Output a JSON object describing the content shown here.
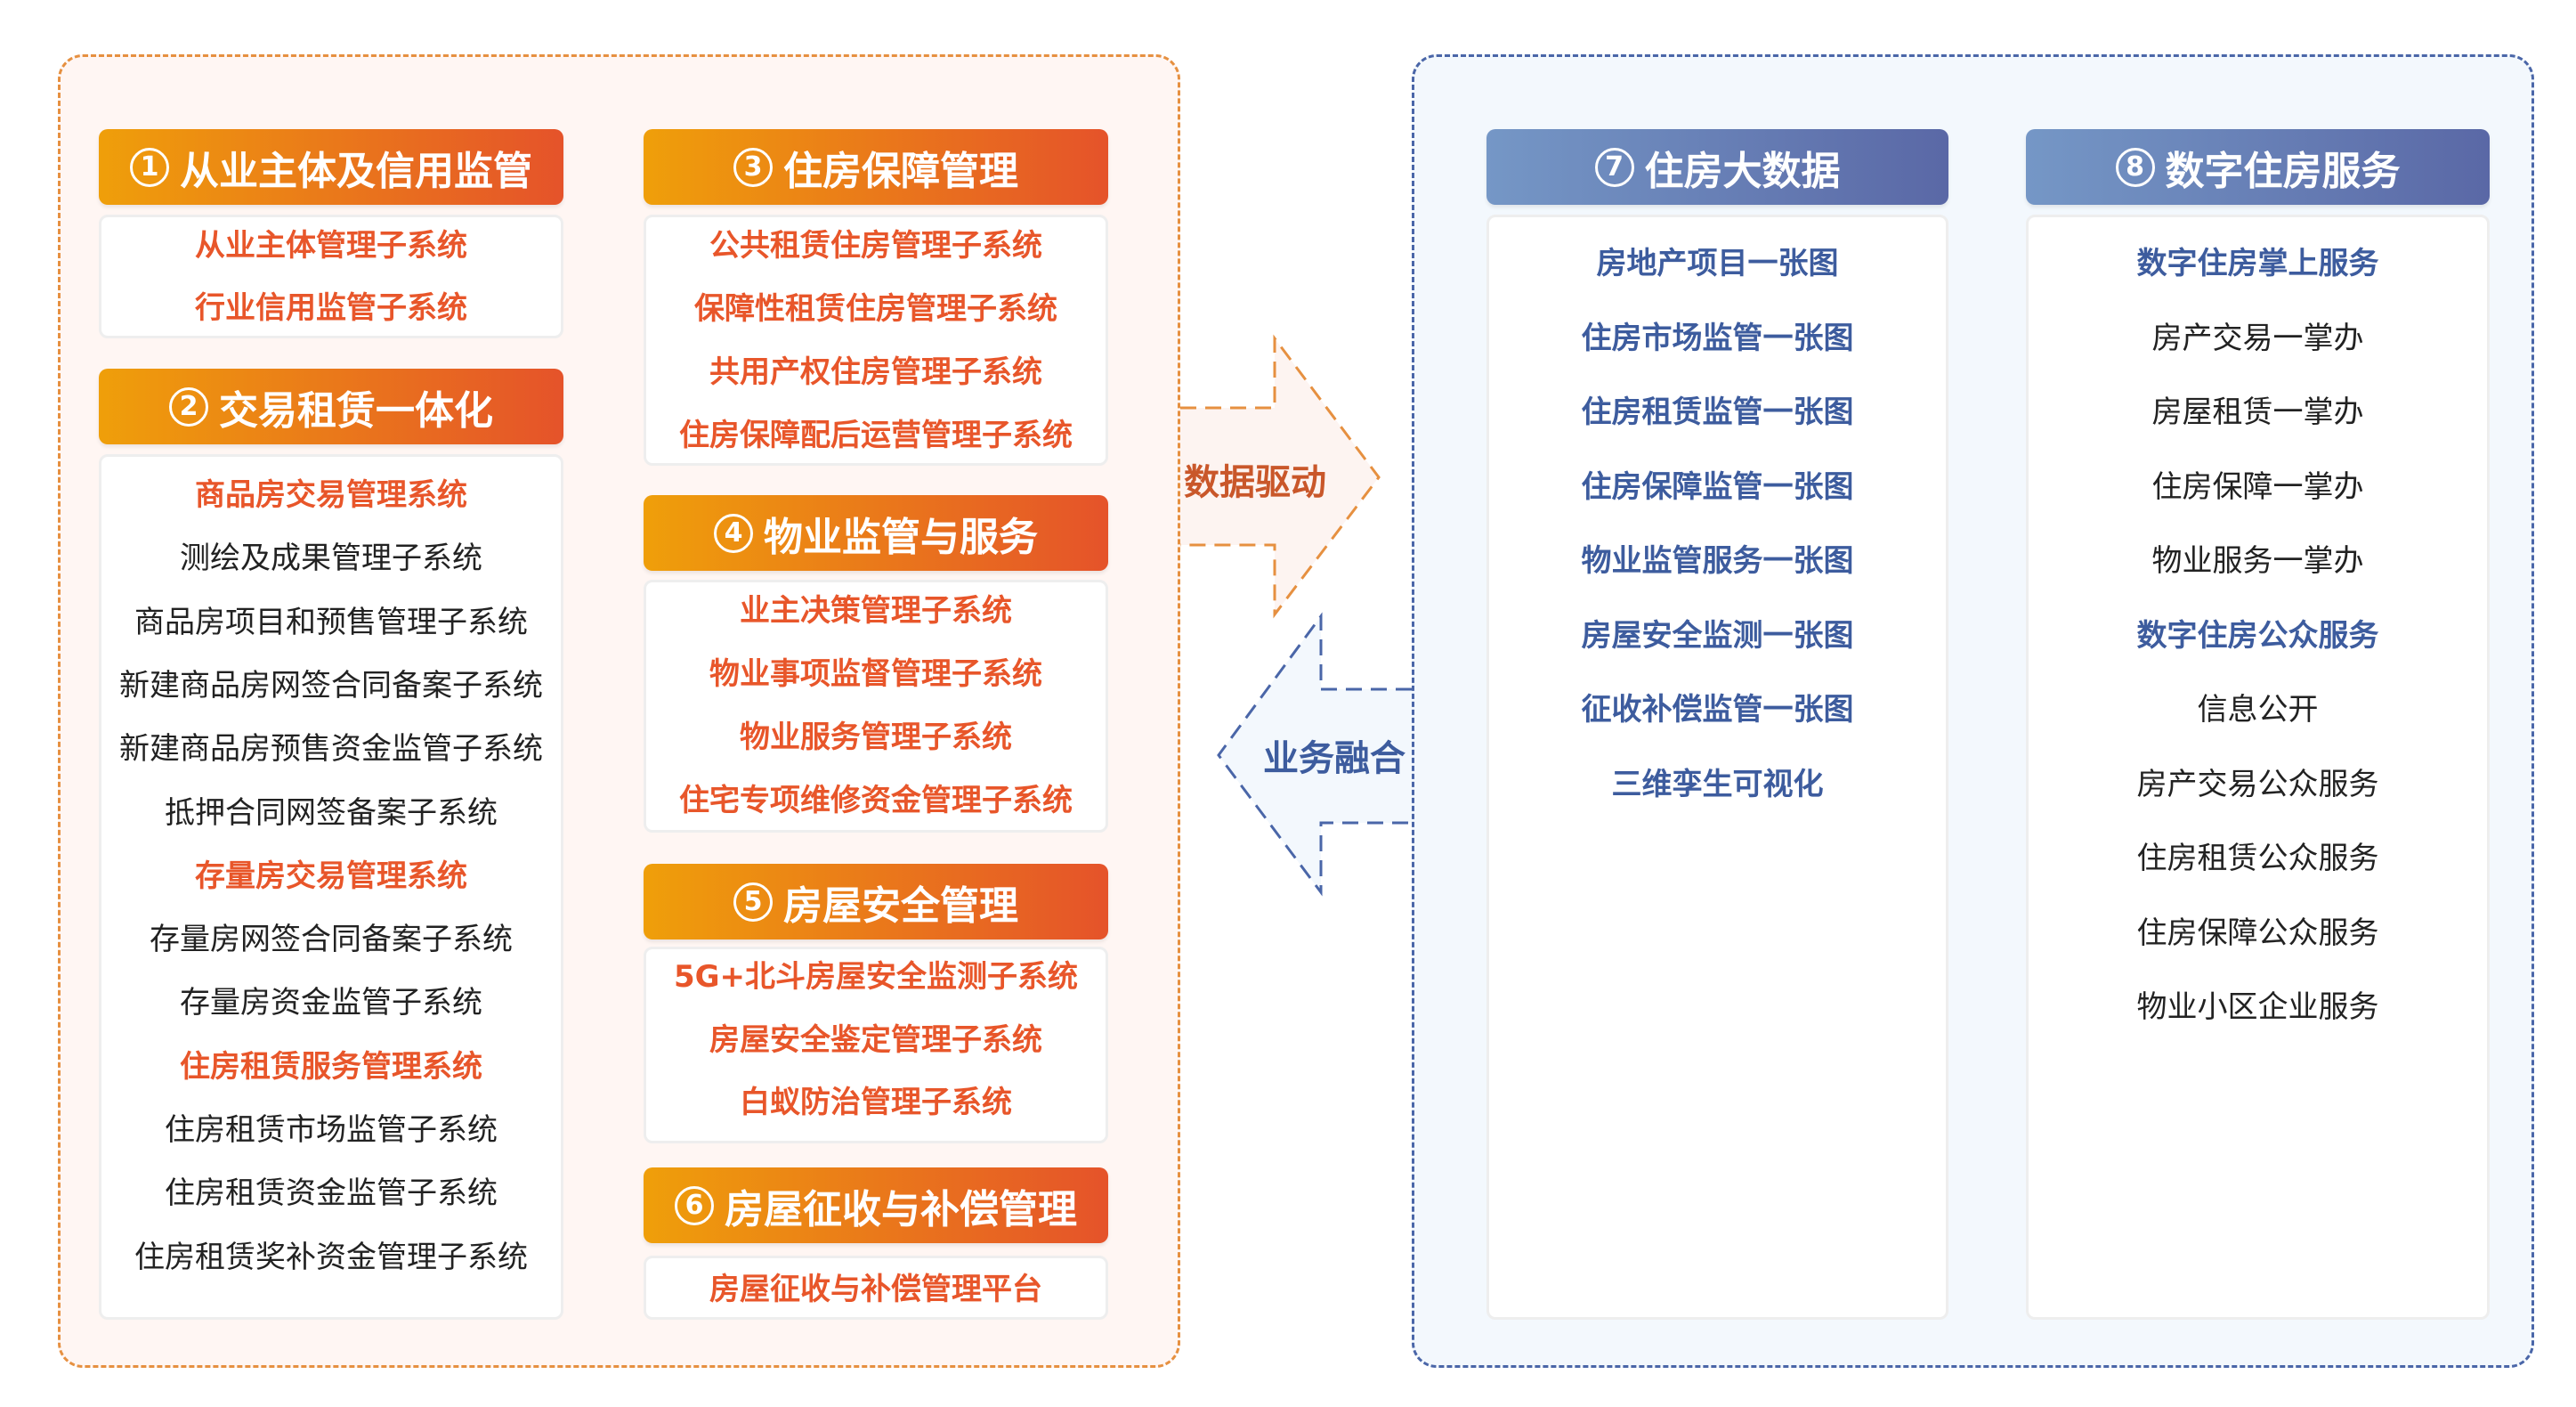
{
  "left_groups": [
    {
      "num": "1",
      "title": "从业主体及信用监管",
      "items": [
        {
          "t": "从业主体管理子系统",
          "s": "hl"
        },
        {
          "t": "行业信用监管子系统",
          "s": "hl"
        }
      ]
    },
    {
      "num": "2",
      "title": "交易租赁一体化",
      "items": [
        {
          "t": "商品房交易管理系统",
          "s": "hl"
        },
        {
          "t": "测绘及成果管理子系统",
          "s": "n"
        },
        {
          "t": "商品房项目和预售管理子系统",
          "s": "n"
        },
        {
          "t": "新建商品房网签合同备案子系统",
          "s": "n"
        },
        {
          "t": "新建商品房预售资金监管子系统",
          "s": "n"
        },
        {
          "t": "抵押合同网签备案子系统",
          "s": "n"
        },
        {
          "t": "存量房交易管理系统",
          "s": "hl"
        },
        {
          "t": "存量房网签合同备案子系统",
          "s": "n"
        },
        {
          "t": "存量房资金监管子系统",
          "s": "n"
        },
        {
          "t": "住房租赁服务管理系统",
          "s": "hl"
        },
        {
          "t": "住房租赁市场监管子系统",
          "s": "n"
        },
        {
          "t": "住房租赁资金监管子系统",
          "s": "n"
        },
        {
          "t": "住房租赁奖补资金管理子系统",
          "s": "n"
        }
      ]
    },
    {
      "num": "3",
      "title": "住房保障管理",
      "items": [
        {
          "t": "公共租赁住房管理子系统",
          "s": "hl"
        },
        {
          "t": "保障性租赁住房管理子系统",
          "s": "hl"
        },
        {
          "t": "共用产权住房管理子系统",
          "s": "hl"
        },
        {
          "t": "住房保障配后运营管理子系统",
          "s": "hl"
        }
      ]
    },
    {
      "num": "4",
      "title": "物业监管与服务",
      "items": [
        {
          "t": "业主决策管理子系统",
          "s": "hl"
        },
        {
          "t": "物业事项监督管理子系统",
          "s": "hl"
        },
        {
          "t": "物业服务管理子系统",
          "s": "hl"
        },
        {
          "t": "住宅专项维修资金管理子系统",
          "s": "hl"
        }
      ]
    },
    {
      "num": "5",
      "title": "房屋安全管理",
      "items": [
        {
          "t": "5G+北斗房屋安全监测子系统",
          "s": "hl"
        },
        {
          "t": "房屋安全鉴定管理子系统",
          "s": "hl"
        },
        {
          "t": "白蚁防治管理子系统",
          "s": "hl"
        }
      ]
    },
    {
      "num": "6",
      "title": "房屋征收与补偿管理",
      "items": [
        {
          "t": "房屋征收与补偿管理平台",
          "s": "hl"
        }
      ]
    }
  ],
  "right_groups": [
    {
      "num": "7",
      "title": "住房大数据",
      "items": [
        {
          "t": "房地产项目一张图",
          "s": "bl"
        },
        {
          "t": "住房市场监管一张图",
          "s": "bl"
        },
        {
          "t": "住房租赁监管一张图",
          "s": "bl"
        },
        {
          "t": "住房保障监管一张图",
          "s": "bl"
        },
        {
          "t": "物业监管服务一张图",
          "s": "bl"
        },
        {
          "t": "房屋安全监测一张图",
          "s": "bl"
        },
        {
          "t": "征收补偿监管一张图",
          "s": "bl"
        },
        {
          "t": "三维孪生可视化",
          "s": "bl"
        }
      ]
    },
    {
      "num": "8",
      "title": "数字住房服务",
      "items": [
        {
          "t": "数字住房掌上服务",
          "s": "bl"
        },
        {
          "t": "房产交易一掌办",
          "s": "n"
        },
        {
          "t": "房屋租赁一掌办",
          "s": "n"
        },
        {
          "t": "住房保障一掌办",
          "s": "n"
        },
        {
          "t": "物业服务一掌办",
          "s": "n"
        },
        {
          "t": "数字住房公众服务",
          "s": "bl"
        },
        {
          "t": "信息公开",
          "s": "n"
        },
        {
          "t": "房产交易公众服务",
          "s": "n"
        },
        {
          "t": "住房租赁公众服务",
          "s": "n"
        },
        {
          "t": "住房保障公众服务",
          "s": "n"
        },
        {
          "t": "物业小区企业服务",
          "s": "n"
        }
      ]
    }
  ],
  "arrows": {
    "data_driven": "数据驱动",
    "business_fusion": "业务融合"
  },
  "colors": {
    "orange_start": "#ef9f0a",
    "orange_end": "#e5532a",
    "orange_text": "#e8562a",
    "blue_start": "#7597c6",
    "blue_end": "#5a68a6",
    "blue_text": "#3d5c9e"
  }
}
